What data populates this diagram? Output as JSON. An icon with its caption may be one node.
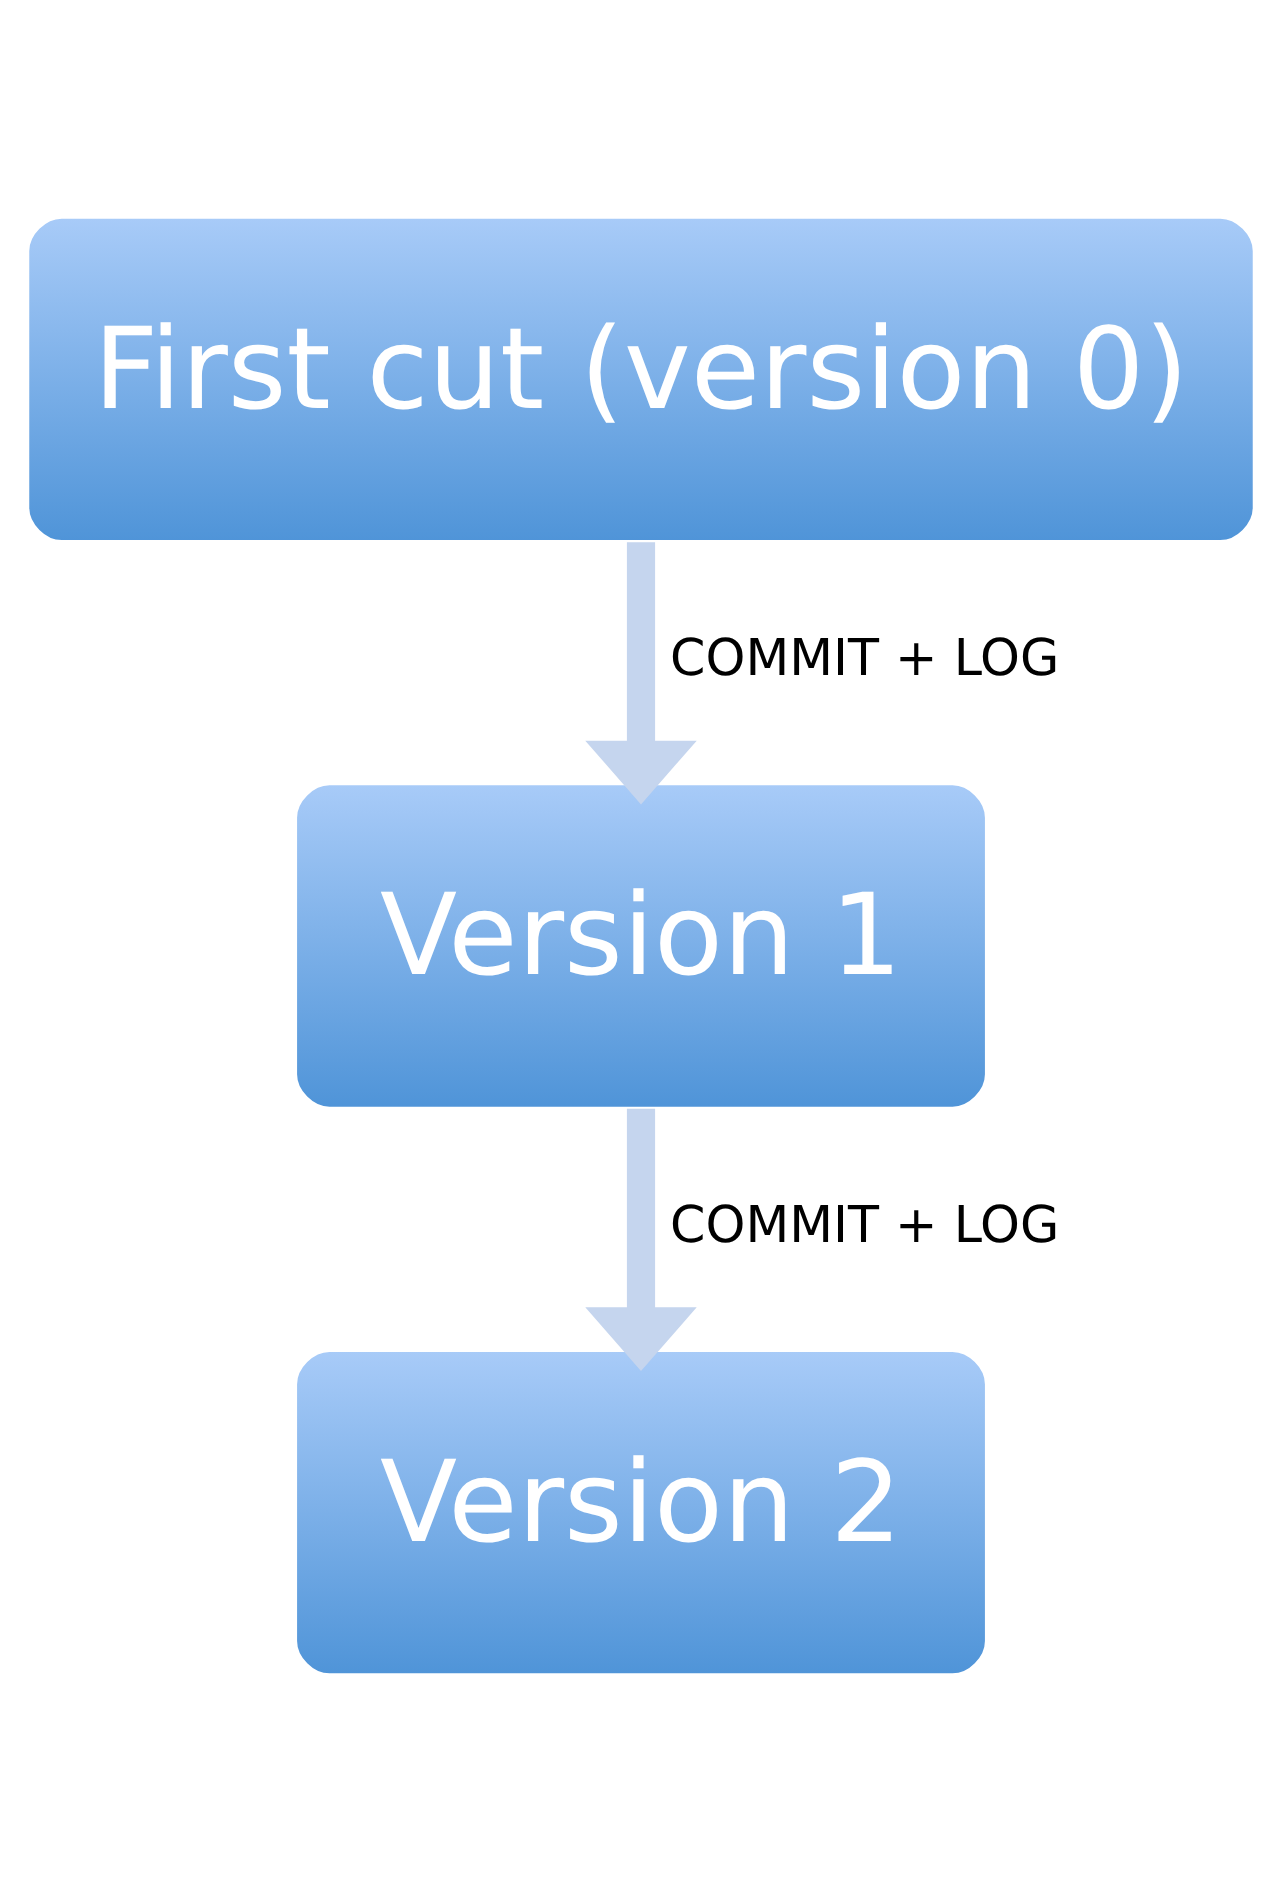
{
  "diagram": {
    "nodes": [
      {
        "text": [
          "First cut (version 0)"
        ]
      },
      {
        "text": [
          "Version 1"
        ]
      },
      {
        "text": [
          "Version 2"
        ]
      }
    ],
    "edges": [
      {
        "from": 0,
        "to": 1,
        "arrow": "to",
        "label": "COMMIT + LOG"
      },
      {
        "from": 1,
        "to": 2,
        "arrow": "to",
        "label": "COMMIT + LOG"
      }
    ]
  }
}
